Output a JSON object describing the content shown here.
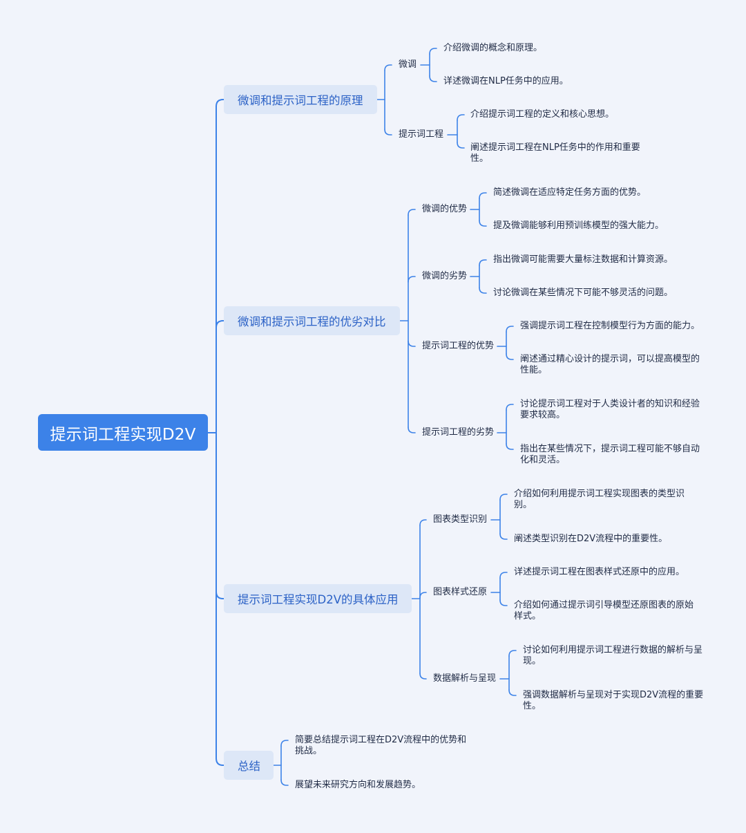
{
  "root": "提示词工程实现D2V",
  "branches": [
    {
      "label": "微调和提示词工程的原理",
      "children": [
        {
          "label": "微调",
          "children": [
            "介绍微调的概念和原理。",
            "详述微调在NLP任务中的应用。"
          ]
        },
        {
          "label": "提示词工程",
          "children": [
            "介绍提示词工程的定义和核心思想。",
            "阐述提示词工程在NLP任务中的作用和重要性。"
          ]
        }
      ]
    },
    {
      "label": "微调和提示词工程的优劣对比",
      "children": [
        {
          "label": "微调的优势",
          "children": [
            "简述微调在适应特定任务方面的优势。",
            "提及微调能够利用预训练模型的强大能力。"
          ]
        },
        {
          "label": "微调的劣势",
          "children": [
            "指出微调可能需要大量标注数据和计算资源。",
            "讨论微调在某些情况下可能不够灵活的问题。"
          ]
        },
        {
          "label": "提示词工程的优势",
          "children": [
            "强调提示词工程在控制模型行为方面的能力。",
            "阐述通过精心设计的提示词，可以提高模型的性能。"
          ]
        },
        {
          "label": "提示词工程的劣势",
          "children": [
            "讨论提示词工程对于人类设计者的知识和经验要求较高。",
            "指出在某些情况下，提示词工程可能不够自动化和灵活。"
          ]
        }
      ]
    },
    {
      "label": "提示词工程实现D2V的具体应用",
      "children": [
        {
          "label": "图表类型识别",
          "children": [
            "介绍如何利用提示词工程实现图表的类型识别。",
            "阐述类型识别在D2V流程中的重要性。"
          ]
        },
        {
          "label": "图表样式还原",
          "children": [
            "详述提示词工程在图表样式还原中的应用。",
            "介绍如何通过提示词引导模型还原图表的原始样式。"
          ]
        },
        {
          "label": "数据解析与呈现",
          "children": [
            "讨论如何利用提示词工程进行数据的解析与呈现。",
            "强调数据解析与呈现对于实现D2V流程的重要性。"
          ]
        }
      ]
    },
    {
      "label": "总结",
      "children": [
        "简要总结提示词工程在D2V流程中的优势和挑战。",
        "展望未来研究方向和发展趋势。"
      ]
    }
  ]
}
